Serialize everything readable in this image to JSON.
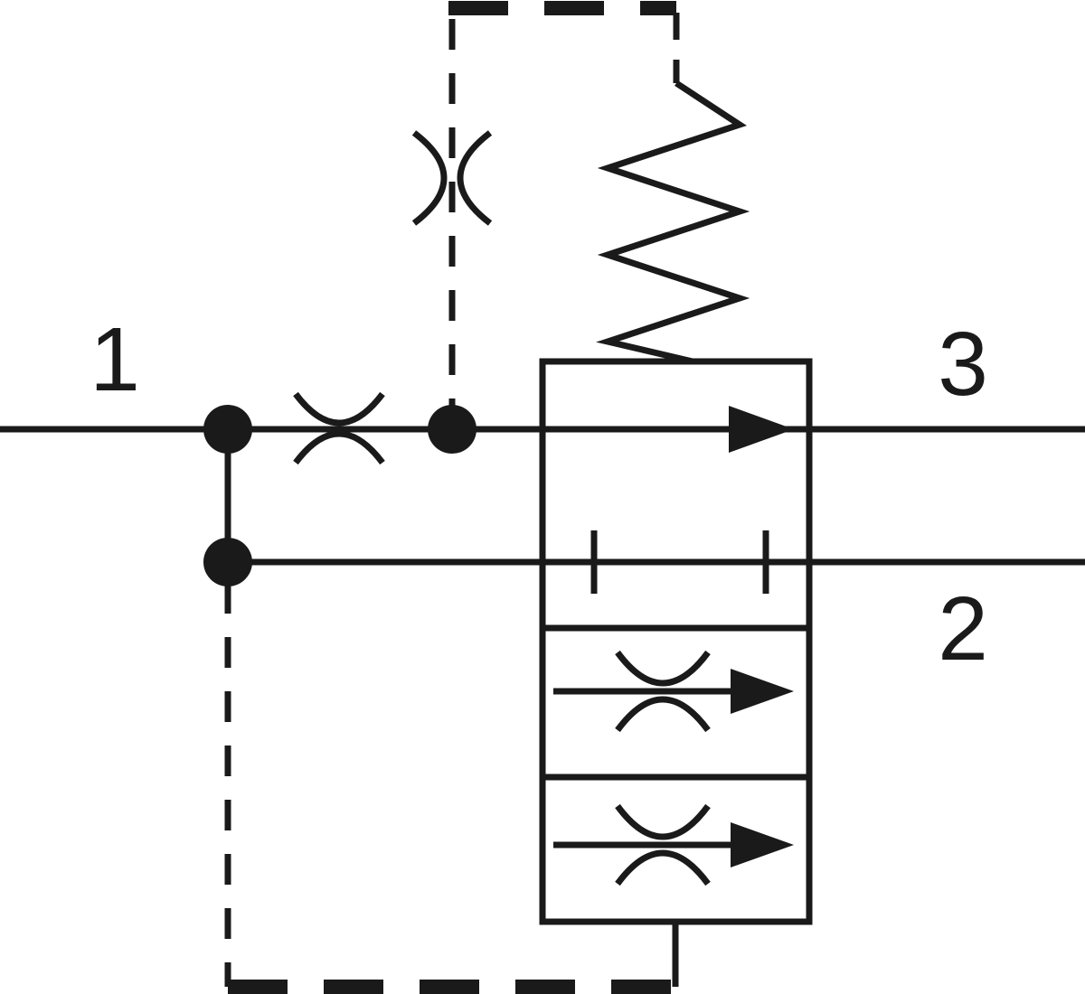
{
  "diagram": {
    "type": "hydraulic-valve-schematic",
    "ports": {
      "port1_label": "1",
      "port2_label": "2",
      "port3_label": "3"
    },
    "colors": {
      "line": "#1a1a1a",
      "background": "#ffffff"
    }
  }
}
